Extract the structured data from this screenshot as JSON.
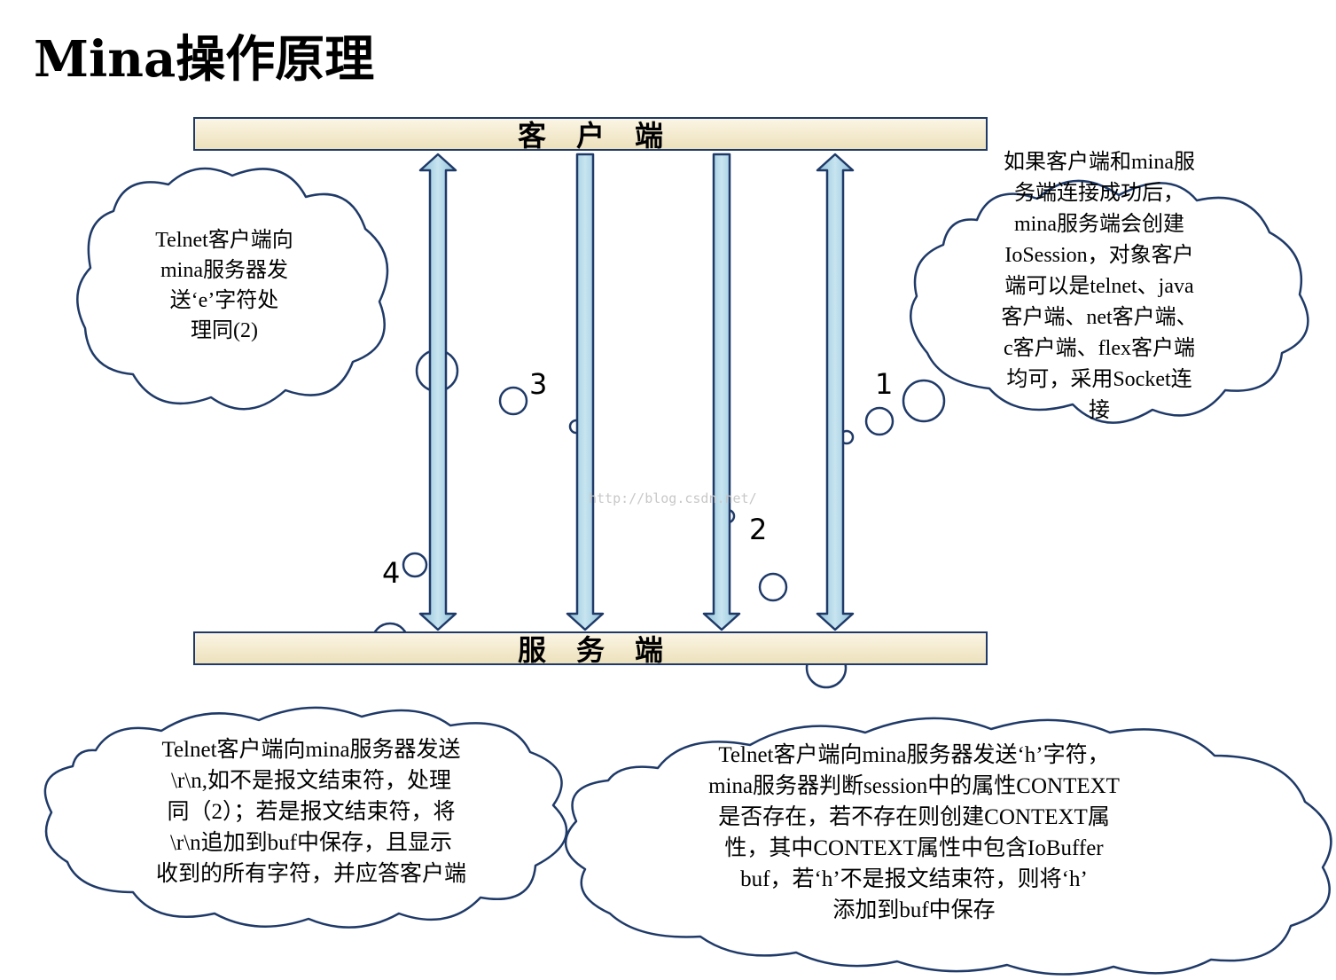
{
  "title": "Mina操作原理",
  "client_bar": {
    "label": "客户端"
  },
  "server_bar": {
    "label": "服务端"
  },
  "steps": [
    "1",
    "2",
    "3",
    "4"
  ],
  "callouts": {
    "top_left": "Telnet客户端向\nmina服务器发\n送‘e’字符处\n理同(2)",
    "top_right": "如果客户端和mina服\n务端连接成功后，\nmina服务端会创建\nIoSession，对象客户\n端可以是telnet、java\n客户端、net客户端、\nc客户端、flex客户端\n均可，采用Socket连\n接",
    "bottom_left": "Telnet客户端向mina服务器发送\n\\r\\n,如不是报文结束符，处理\n同（2）；若是报文结束符，将\n\\r\\n追加到buf中保存，且显示\n收到的所有字符，并应答客户端",
    "bottom_right": "Telnet客户端向mina服务器发送‘h’字符，\nmina服务器判断session中的属性CONTEXT\n是否存在，若不存在则创建CONTEXT属\n性，其中CONTEXT属性中包含IoBuffer\nbuf，若‘h’不是报文结束符，则将‘h’\n添加到buf中保存"
  },
  "watermark": "http://blog.csdn.net/",
  "colors": {
    "outline": "#1f3a68",
    "arrow_fill": "#a9d1e4",
    "bar_fill": "#f5ecd2"
  }
}
